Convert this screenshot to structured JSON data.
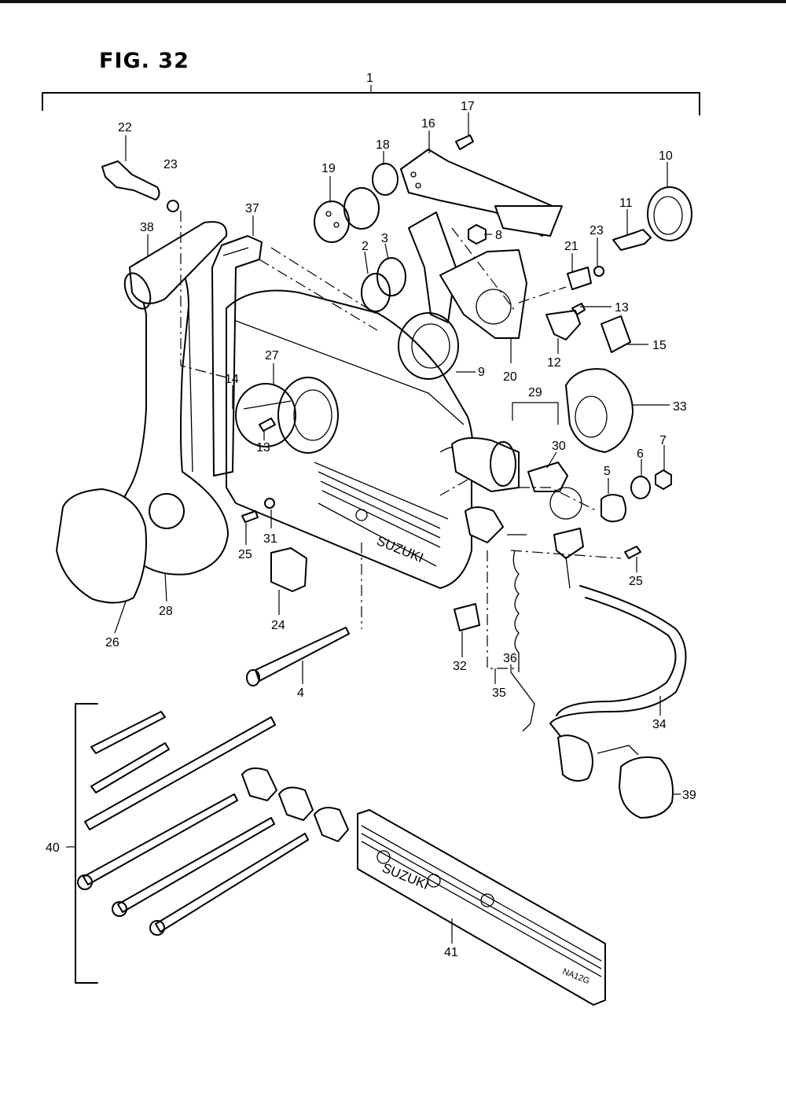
{
  "figure": {
    "title": "FIG. 32"
  },
  "labels": [
    {
      "id": "p1",
      "text": "1"
    },
    {
      "id": "p2",
      "text": "2"
    },
    {
      "id": "p3",
      "text": "3"
    },
    {
      "id": "p4",
      "text": "4"
    },
    {
      "id": "p5",
      "text": "5"
    },
    {
      "id": "p6",
      "text": "6"
    },
    {
      "id": "p7",
      "text": "7"
    },
    {
      "id": "p8",
      "text": "8"
    },
    {
      "id": "p9",
      "text": "9"
    },
    {
      "id": "p10",
      "text": "10"
    },
    {
      "id": "p11",
      "text": "11"
    },
    {
      "id": "p12",
      "text": "12"
    },
    {
      "id": "p13a",
      "text": "13"
    },
    {
      "id": "p13b",
      "text": "13"
    },
    {
      "id": "p14",
      "text": "14"
    },
    {
      "id": "p15",
      "text": "15"
    },
    {
      "id": "p16",
      "text": "16"
    },
    {
      "id": "p17",
      "text": "17"
    },
    {
      "id": "p18",
      "text": "18"
    },
    {
      "id": "p19",
      "text": "19"
    },
    {
      "id": "p20",
      "text": "20"
    },
    {
      "id": "p21",
      "text": "21"
    },
    {
      "id": "p22",
      "text": "22"
    },
    {
      "id": "p23a",
      "text": "23"
    },
    {
      "id": "p23b",
      "text": "23"
    },
    {
      "id": "p24",
      "text": "24"
    },
    {
      "id": "p25a",
      "text": "25"
    },
    {
      "id": "p25b",
      "text": "25"
    },
    {
      "id": "p26",
      "text": "26"
    },
    {
      "id": "p27",
      "text": "27"
    },
    {
      "id": "p28",
      "text": "28"
    },
    {
      "id": "p29",
      "text": "29"
    },
    {
      "id": "p30",
      "text": "30"
    },
    {
      "id": "p31",
      "text": "31"
    },
    {
      "id": "p32",
      "text": "32"
    },
    {
      "id": "p33",
      "text": "33"
    },
    {
      "id": "p34",
      "text": "34"
    },
    {
      "id": "p35",
      "text": "35"
    },
    {
      "id": "p36",
      "text": "36"
    },
    {
      "id": "p37",
      "text": "37"
    },
    {
      "id": "p38",
      "text": "38"
    },
    {
      "id": "p39",
      "text": "39"
    },
    {
      "id": "p40",
      "text": "40"
    },
    {
      "id": "p41",
      "text": "41"
    }
  ],
  "markings": {
    "housing_brand": "SUZUKI",
    "plate_brand": "SUZUKI",
    "plate_code": "NA12G"
  }
}
